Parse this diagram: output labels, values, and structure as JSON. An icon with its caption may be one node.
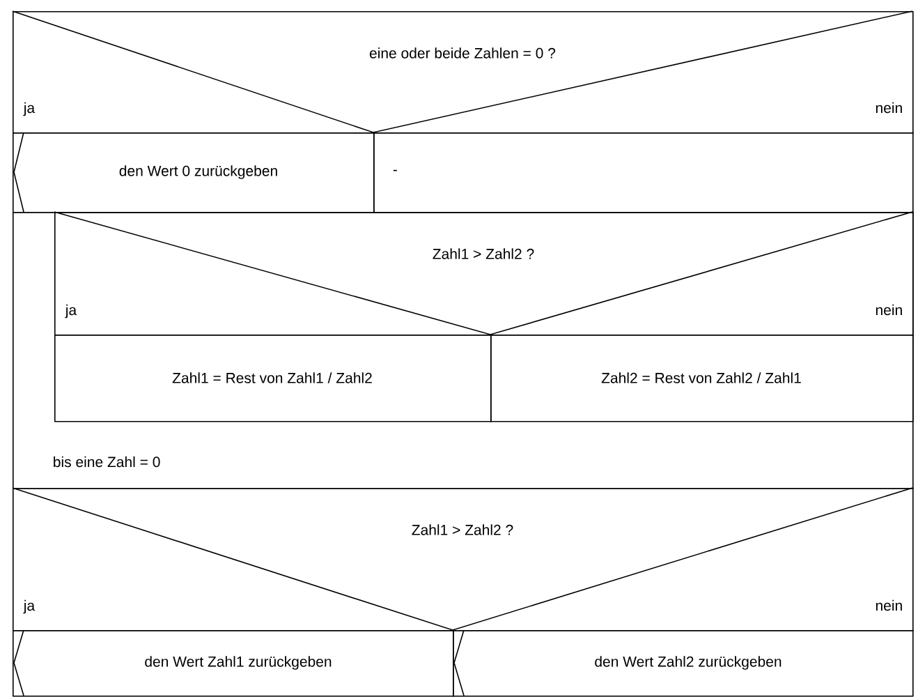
{
  "diagram": {
    "nodes": [
      {
        "text": [
          "eine oder beide Zahlen = 0 ?",
          "ja",
          "nein"
        ]
      },
      {
        "text": [
          "den Wert 0 zurückgeben"
        ]
      },
      {
        "text": [
          "-"
        ]
      },
      {
        "text": [
          "bis eine Zahl = 0"
        ]
      },
      {
        "text": [
          "Zahl1 > Zahl2 ?",
          "ja",
          "nein"
        ],
        "in": 3
      },
      {
        "text": [
          "Zahl1 = Rest von Zahl1 / Zahl2"
        ],
        "in": 3
      },
      {
        "text": [
          "Zahl2 = Rest von Zahl2 / Zahl1"
        ],
        "in": 3
      },
      {
        "text": [
          "Zahl1 > Zahl2 ?",
          "ja",
          "nein"
        ]
      },
      {
        "text": [
          "den Wert Zahl1 zurückgeben"
        ]
      },
      {
        "text": [
          "den Wert Zahl2 zurückgeben"
        ]
      }
    ]
  }
}
